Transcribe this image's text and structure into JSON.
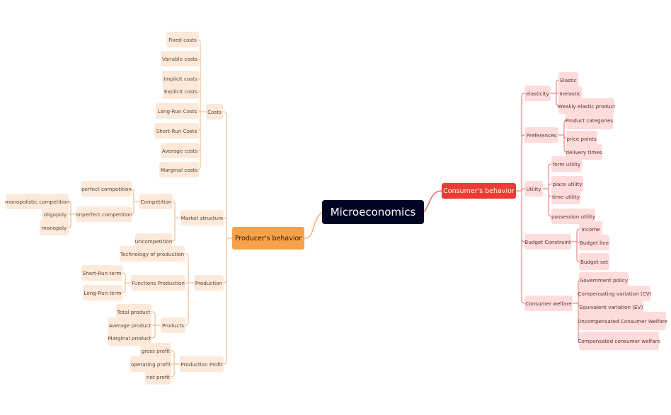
{
  "root": "Microeconomics",
  "left": {
    "label": "Producer's behavior",
    "children": [
      {
        "label": "Costs",
        "children": [
          {
            "label": "Fixed costs"
          },
          {
            "label": "Variable costs"
          },
          {
            "label": "Implicit costs"
          },
          {
            "label": "Explicit costs"
          },
          {
            "label": "Long-Run Costs"
          },
          {
            "label": "Short-Run Costs"
          },
          {
            "label": "Average costs"
          },
          {
            "label": "Marginal costs"
          }
        ]
      },
      {
        "label": "Market structure",
        "children": [
          {
            "label": "Competition",
            "children": [
              {
                "label": "perfect competition"
              },
              {
                "label": "imperfect competition",
                "children": [
                  {
                    "label": "monopolistic competition"
                  },
                  {
                    "label": "oligopoly"
                  },
                  {
                    "label": "monopoly"
                  }
                ]
              }
            ]
          },
          {
            "label": "Uncompetition"
          }
        ]
      },
      {
        "label": "Production",
        "children": [
          {
            "label": "Technology of production"
          },
          {
            "label": "Functions Production",
            "children": [
              {
                "label": "Short-Run term"
              },
              {
                "label": "Long-Run term"
              }
            ]
          },
          {
            "label": "Products",
            "children": [
              {
                "label": "Total product"
              },
              {
                "label": "Average product"
              },
              {
                "label": "Marginal product"
              }
            ]
          }
        ]
      },
      {
        "label": "Production Profit",
        "children": [
          {
            "label": "gross profit"
          },
          {
            "label": "operating profit"
          },
          {
            "label": "net profit"
          }
        ]
      }
    ]
  },
  "right": {
    "label": "Consumer's behavior",
    "children": [
      {
        "label": "elasticity",
        "children": [
          {
            "label": "Elastic"
          },
          {
            "label": "Inelastic"
          },
          {
            "label": "Weakly elastic product"
          }
        ]
      },
      {
        "label": "Preferences",
        "children": [
          {
            "label": "Product categories"
          },
          {
            "label": "price points"
          },
          {
            "label": "delivery times"
          }
        ]
      },
      {
        "label": "Utility",
        "children": [
          {
            "label": "form utility"
          },
          {
            "label": "place utility"
          },
          {
            "label": "time utility"
          },
          {
            "label": "possession utility"
          }
        ]
      },
      {
        "label": "Budget Constraint",
        "children": [
          {
            "label": "Income"
          },
          {
            "label": "Budget line"
          },
          {
            "label": "Budget set"
          }
        ]
      },
      {
        "label": "Consumer welfare",
        "children": [
          {
            "label": "Government policy"
          },
          {
            "label": "Compensating variation (CV)"
          },
          {
            "label": "Equivalent variation (EV)"
          },
          {
            "label": "Uncompensated Consumer Welfare"
          },
          {
            "label": "Compensated consumer welfare"
          }
        ]
      }
    ]
  },
  "colors": {
    "root": "#020522",
    "left_branch": "#f7a24a",
    "right_branch": "#ee3a32",
    "left_line": "#f2b27c",
    "right_line": "#ec6a6a"
  }
}
